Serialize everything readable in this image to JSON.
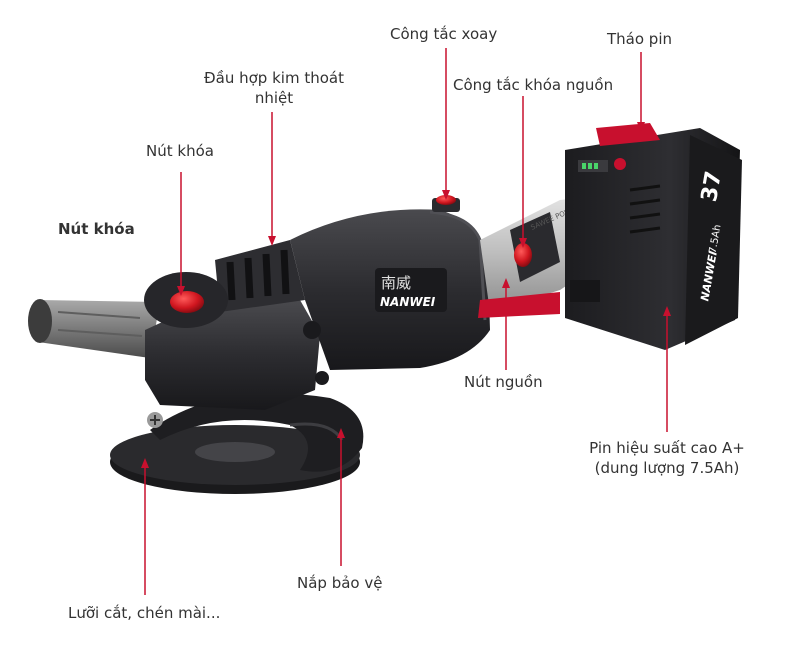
{
  "colors": {
    "accent_red": "#c8102e",
    "text": "#333333",
    "tool_body": "#2b2b2e",
    "battery_body": "#232326",
    "grip": "#8a8a8a"
  },
  "labels": {
    "rotary_switch": "Công tắc xoay",
    "battery_release": "Tháo pin",
    "heatsink_head": "Đầu hợp kim thoát",
    "heatsink_head_line2": "nhiệt",
    "power_lock_switch": "Công tắc khóa nguồn",
    "lock_button": "Nút khóa",
    "lock_button_bold": "Nút khóa",
    "power_button": "Nút nguồn",
    "battery_line1": "Pin hiệu suất cao A+",
    "battery_line2": "(dung lượng 7.5Ah)",
    "guard": "Nắp bảo vệ",
    "blade": "Lưỡi cắt, chén mài..."
  },
  "brand": {
    "name_cn": "南威",
    "name_en": "NANWEI",
    "switch_text": "SAWEE POWER",
    "battery_voltage": "37",
    "battery_capacity": "7.5Ah",
    "battery_brand": "NANWEI"
  }
}
